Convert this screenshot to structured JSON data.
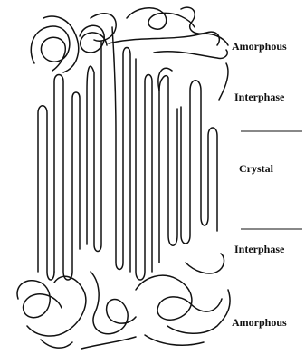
{
  "labels": {
    "amorphous_top": "Amorphous",
    "interphase_top": "Interphase",
    "crystal": "Crystal",
    "interphase_bottom": "Interphase",
    "amorphous_bottom": "Amorphous"
  }
}
